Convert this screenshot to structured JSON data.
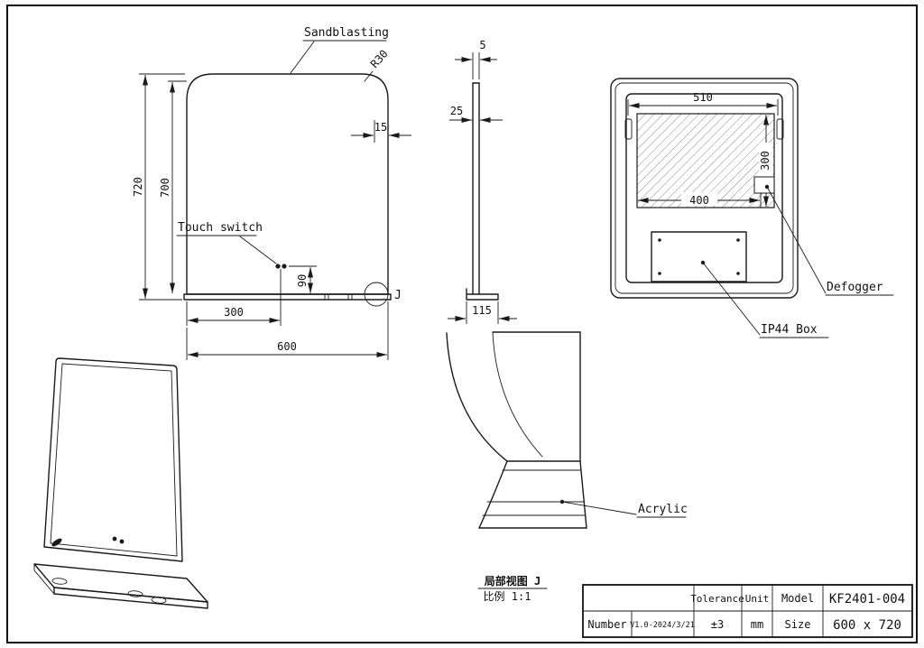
{
  "front": {
    "sandblasting": "Sandblasting",
    "r30": "R30",
    "touch_switch": "Touch switch",
    "detail_marker": "J",
    "dim_height_total": "720",
    "dim_height_inner": "700",
    "dim_edge": "15",
    "dim_switch_up": "90",
    "dim_switch_x": "300",
    "dim_width": "600"
  },
  "side": {
    "dim_glass": "5",
    "dim_top_depth": "25",
    "dim_base_depth": "115"
  },
  "back": {
    "dim_hanger_span": "510",
    "dim_defogger_w": "400",
    "dim_defogger_h": "300",
    "defogger_label": "Defogger",
    "ip44_label": "IP44  Box"
  },
  "detail": {
    "acrylic_label": "Acrylic",
    "caption": "局部视图 J",
    "scale": "比例 1:1"
  },
  "title_block": {
    "tolerance_label": "Tolerance",
    "tolerance_value": "±3",
    "unit_label": "Unit",
    "unit_value": "mm",
    "model_label": "Model",
    "model_value": "KF2401-004",
    "number_label": "Number",
    "number_value": "V1.0-2024/3/21",
    "size_label": "Size",
    "size_value": "600 x 720"
  }
}
